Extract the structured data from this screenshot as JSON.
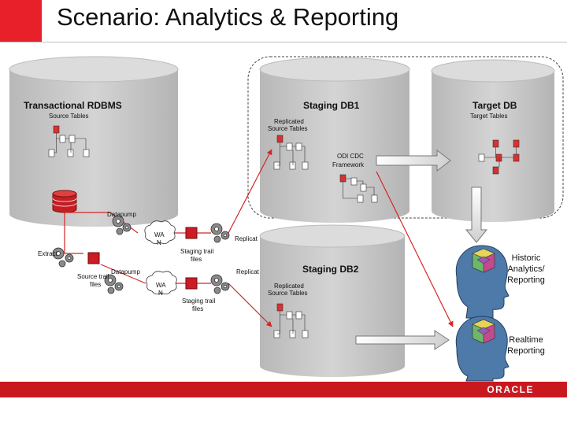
{
  "title": "Scenario: Analytics & Reporting",
  "databases": {
    "transactional": {
      "name": "Transactional RDBMS",
      "subtitle": "Source Tables"
    },
    "staging1": {
      "name": "Staging DB1",
      "subtitle_line1": "Replicated",
      "subtitle_line2": "Source Tables",
      "framework_line1": "ODI CDC",
      "framework_line2": "Framework"
    },
    "target": {
      "name": "Target DB",
      "subtitle": "Target Tables"
    },
    "staging2": {
      "name": "Staging DB2",
      "subtitle_line1": "Replicated",
      "subtitle_line2": "Source Tables"
    }
  },
  "flow": {
    "datapump_top": "Datapump",
    "wan_top_line1": "WA",
    "wan_top_line2": "N",
    "replicat_top": "Replicat",
    "extract": "Extract",
    "staging_trail_top_line1": "Staging trail",
    "staging_trail_top_line2": "files",
    "datapump_mid": "Datapump",
    "source_trail_line1": "Source trail",
    "source_trail_line2": "files",
    "wan_mid_line1": "WA",
    "wan_mid_line2": "N",
    "replicat_mid": "Replicat",
    "staging_trail_mid_line1": "Staging trail",
    "staging_trail_mid_line2": "files"
  },
  "consumers": {
    "historic_line1": "Historic",
    "historic_line2": "Analytics/",
    "historic_line3": "Reporting",
    "realtime_line1": "Realtime",
    "realtime_line2": "Reporting"
  },
  "footer": {
    "logo": "ORACLE"
  },
  "colors": {
    "accent": "#e8202a",
    "footer": "#c8191f",
    "cylinder": "#c8c8c8",
    "table_red": "#d93030"
  }
}
